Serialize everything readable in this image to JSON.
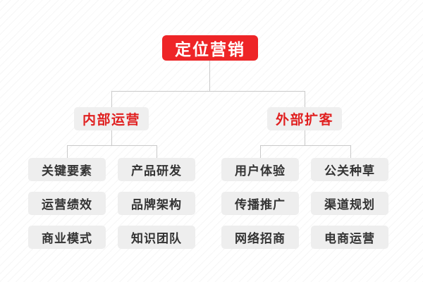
{
  "diagram": {
    "title": "定位营销",
    "type": "organization-tree",
    "colors": {
      "root_bg": "#ee2527",
      "root_text": "#ffffff",
      "branch_bg": "#efefef",
      "branch_text": "#e02020",
      "leaf_bg": "#eeeeee",
      "leaf_text": "#333333",
      "connector": "#c9c9c9",
      "page_bg": "#ffffff"
    },
    "root": {
      "label": "定位营销"
    },
    "branches": [
      {
        "label": "内部运营",
        "leaves": [
          {
            "label": "关键要素"
          },
          {
            "label": "产品研发"
          },
          {
            "label": "运营绩效"
          },
          {
            "label": "品牌架构"
          },
          {
            "label": "商业模式"
          },
          {
            "label": "知识团队"
          }
        ]
      },
      {
        "label": "外部扩客",
        "leaves": [
          {
            "label": "用户体验"
          },
          {
            "label": "公关种草"
          },
          {
            "label": "传播推广"
          },
          {
            "label": "渠道规划"
          },
          {
            "label": "网络招商"
          },
          {
            "label": "电商运营"
          }
        ]
      }
    ]
  }
}
